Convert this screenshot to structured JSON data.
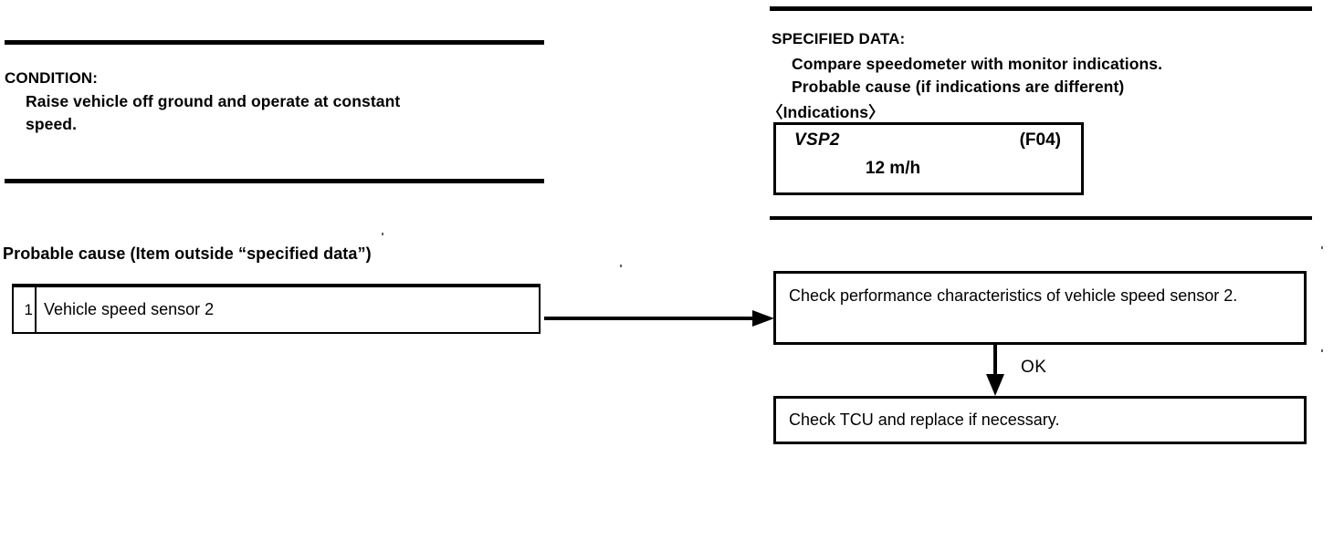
{
  "left_column": {
    "condition_heading": "CONDITION:",
    "condition_lines": [
      "Raise vehicle off ground and operate at constant",
      "speed."
    ],
    "probable_cause_heading": "Probable cause (Item outside “specified data”)",
    "probable_cause_rows": [
      {
        "index": "1",
        "text": "Vehicle speed sensor 2"
      }
    ]
  },
  "right_column": {
    "specified_data_heading": "SPECIFIED DATA:",
    "specified_data_lines": [
      "Compare speedometer with monitor indications.",
      "Probable cause (if indications are different)"
    ],
    "indications_label": "〈Indications〉",
    "monitor_display": {
      "signal_name": "VSP2",
      "signal_code": "(F04)",
      "value": "12 m/h"
    },
    "flow": {
      "step_1": "Check performance characteristics of vehicle speed sensor 2.",
      "arrow_label": "OK",
      "step_2": "Check TCU and replace if necessary."
    }
  },
  "colors": {
    "ink": "#000000",
    "paper": "#ffffff"
  }
}
